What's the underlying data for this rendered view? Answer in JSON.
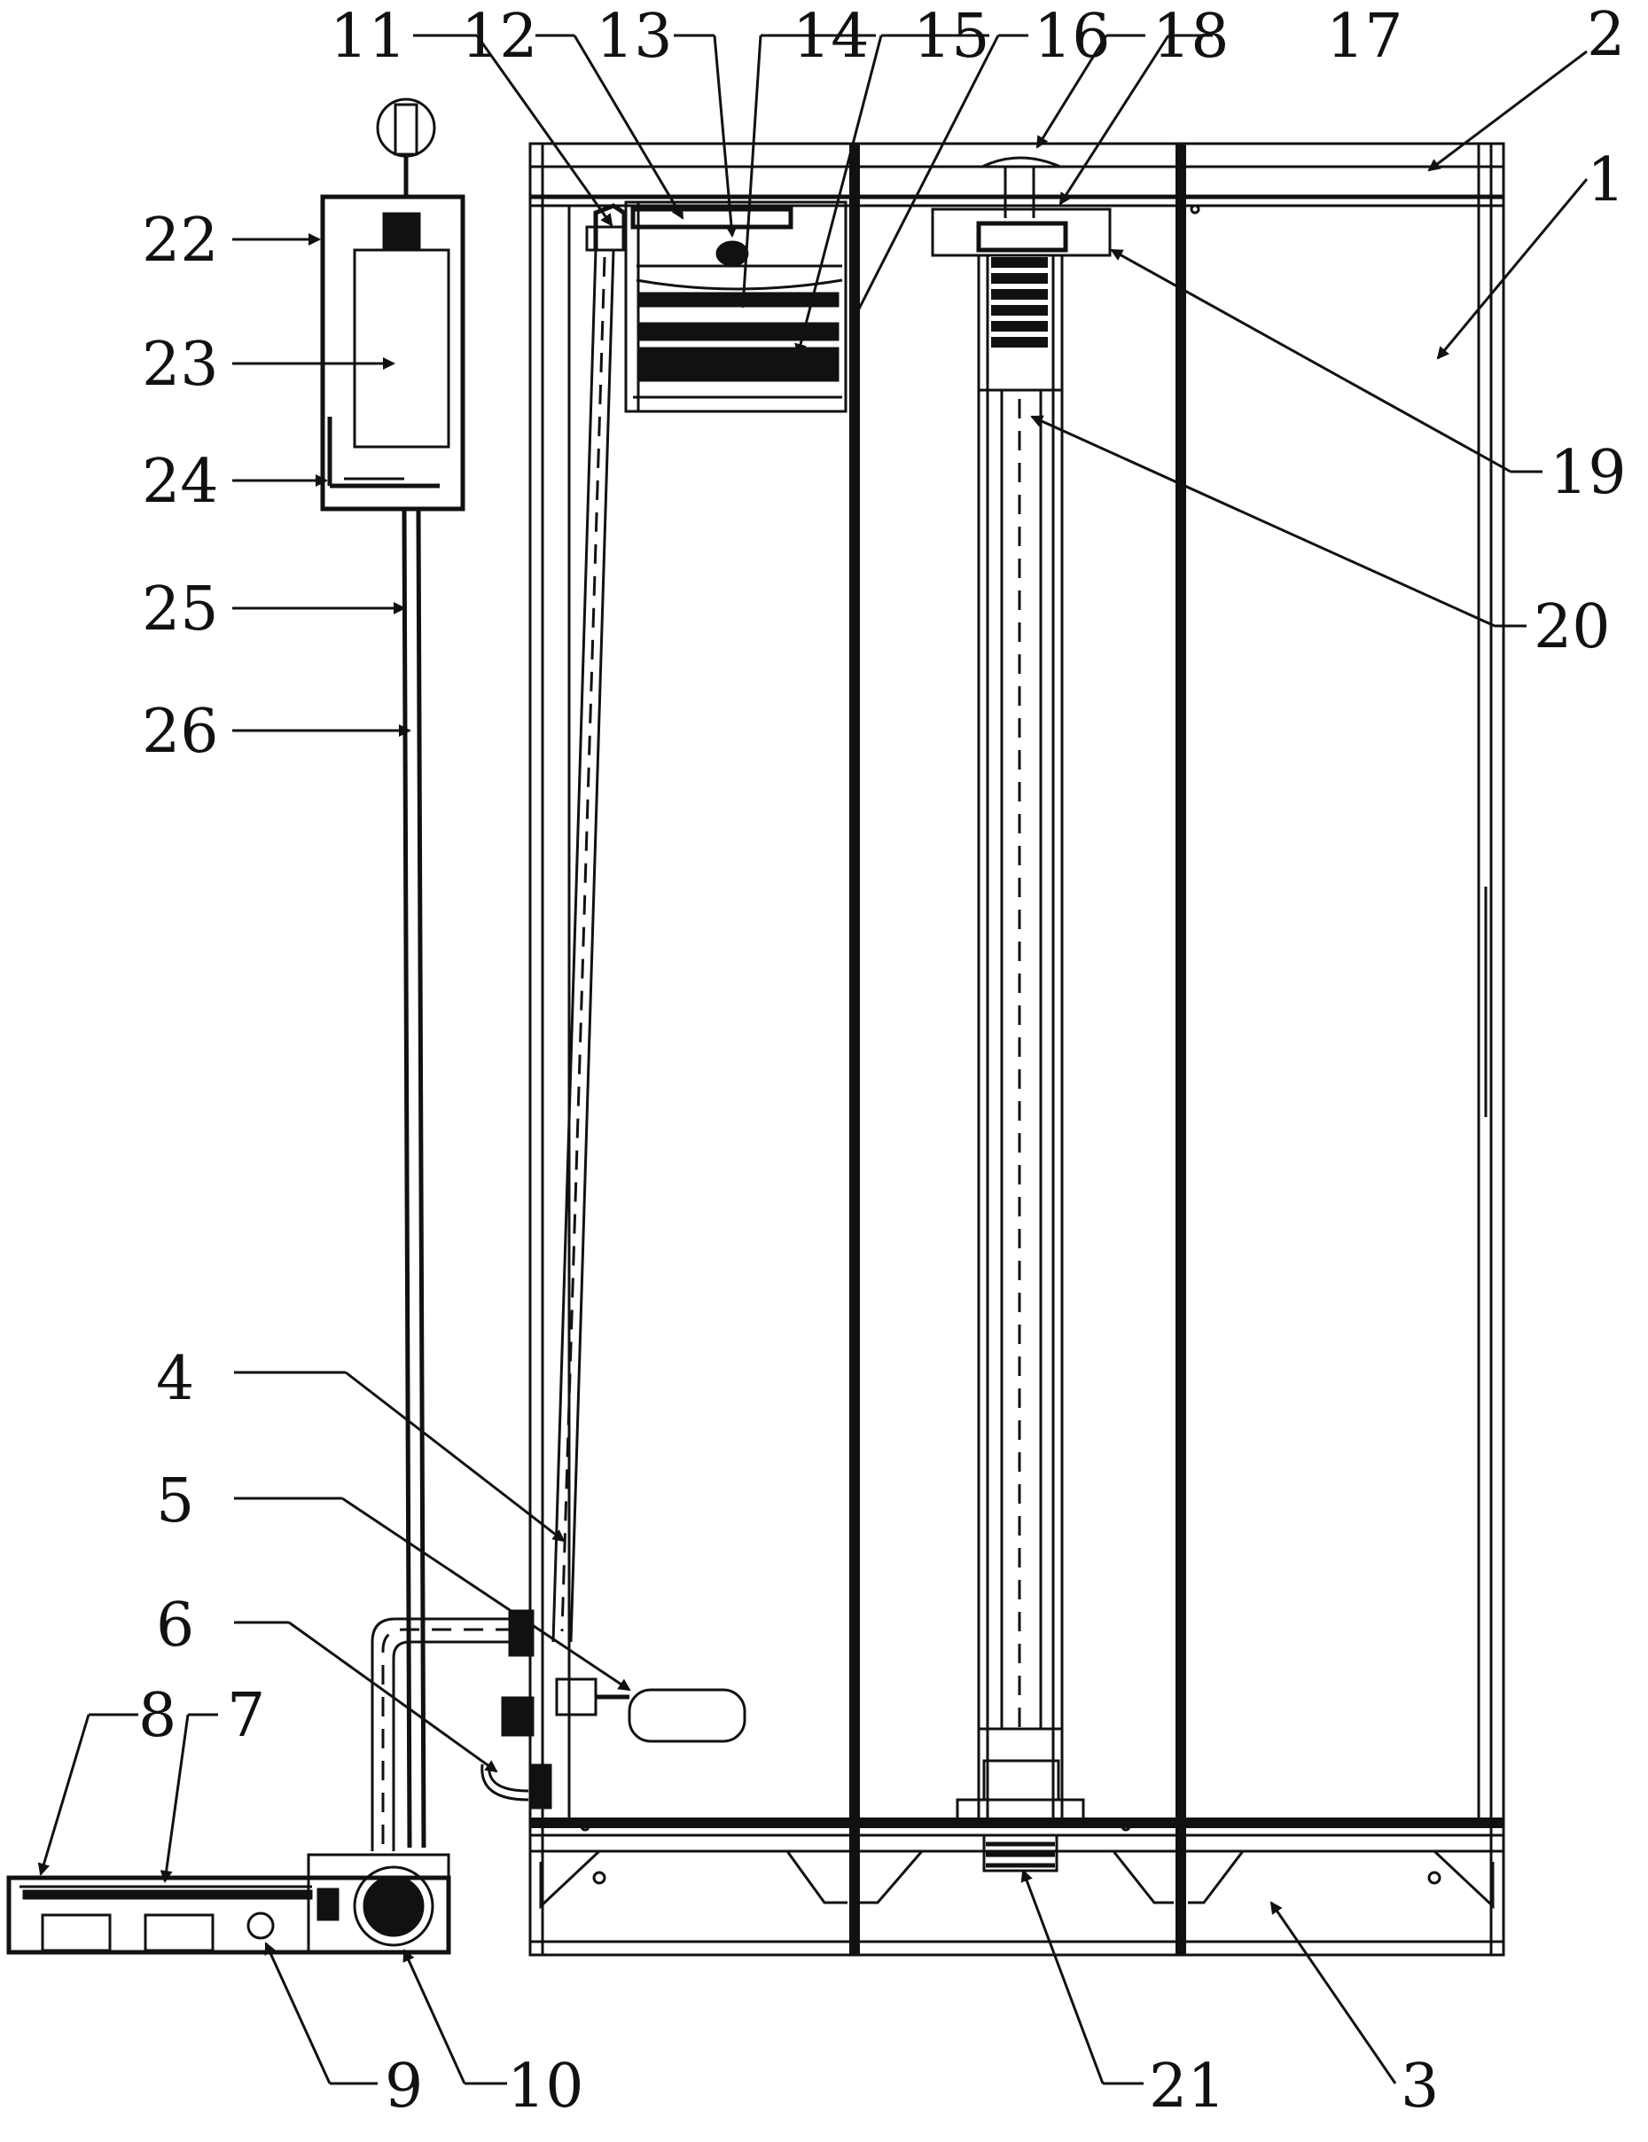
{
  "figure": {
    "labels": [
      "1",
      "2",
      "3",
      "4",
      "5",
      "6",
      "7",
      "8",
      "9",
      "10",
      "11",
      "12",
      "13",
      "14",
      "15",
      "16",
      "17",
      "18",
      "19",
      "20",
      "21",
      "22",
      "23",
      "24",
      "25",
      "26"
    ]
  }
}
